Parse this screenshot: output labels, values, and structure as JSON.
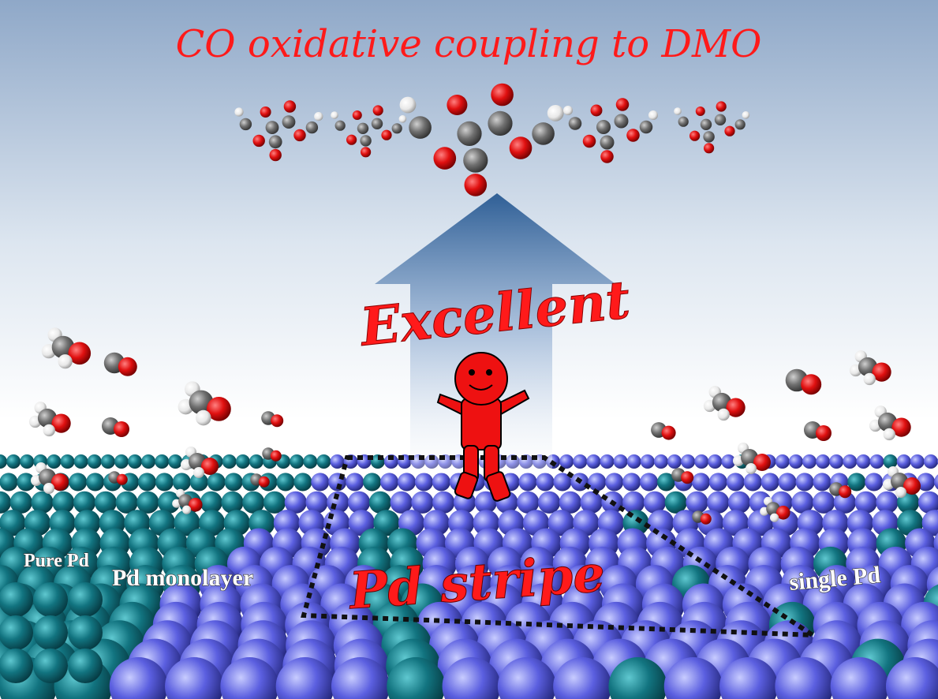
{
  "title": "CO oxidative coupling to DMO",
  "arrow_label": "Excellent",
  "stripe_label": "Pd stripe",
  "labels": {
    "pure_pd": "Pure Pd",
    "monolayer": "Pd monolayer",
    "single_pd": "single Pd"
  },
  "colors": {
    "title_red": "#ff1a1a",
    "pd_teal": "#0f6f7d",
    "support_blue": "#5b5fe0",
    "oxygen": "#e01010",
    "carbon": "#707070",
    "hydrogen": "#f0f0f0"
  }
}
